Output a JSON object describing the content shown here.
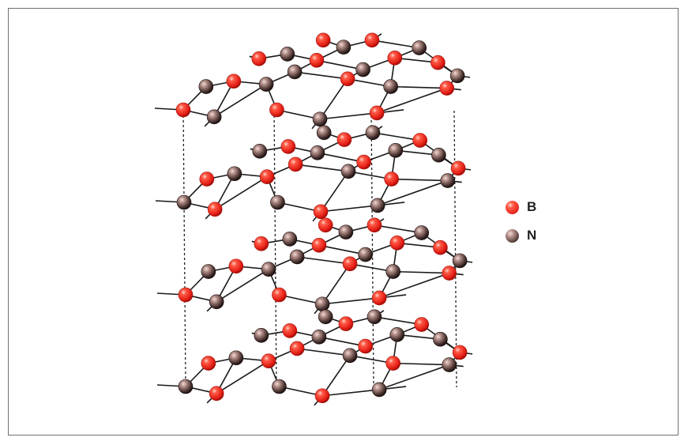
{
  "colors": {
    "boron": "#ff2a22",
    "nitrogen": "#3a2826",
    "bond": "#1a1a1a",
    "interlayer": "#222222"
  },
  "legend": [
    {
      "label": "B",
      "atom": "boron"
    },
    {
      "label": "N",
      "atom": "nitrogen"
    }
  ]
}
